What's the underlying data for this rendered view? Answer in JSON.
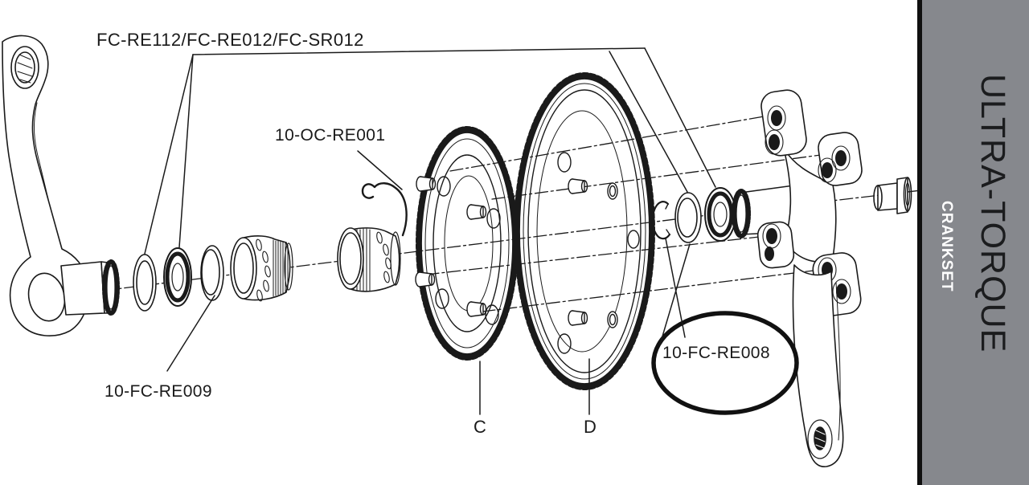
{
  "diagram": {
    "type": "exploded-parts-diagram",
    "subject": "bicycle crankset",
    "labels": {
      "bearing_group": "FC-RE112/FC-RE012/FC-SR012",
      "safety_clip": "10-OC-RE001",
      "wave_washer_left": "10-FC-RE009",
      "highlighted_circlip": "10-FC-RE008",
      "chainring_inner_letter": "C",
      "chainring_outer_letter": "D"
    },
    "highlight": {
      "shape": "ellipse",
      "around": "10-FC-RE008",
      "color": "#111111"
    },
    "line_color": "#1a1a1a",
    "background": "#ffffff",
    "parts": [
      "left-crank-arm",
      "spindle-half-axle",
      "washer",
      "bearing",
      "wave-washer",
      "bearing-cup-left",
      "retaining-spring-clip",
      "bearing-cup-right",
      "chainring-inner-C",
      "chainring-outer-D",
      "chainring-bolts",
      "circlip",
      "wave-washer-right",
      "bearing-right",
      "splined-half-axle",
      "right-crank-spider",
      "right-crank-arm",
      "crank-fixing-bolt"
    ]
  },
  "sidebar": {
    "title": "ULTRA-TORQUE",
    "subtitle": "CRANKSET",
    "background": "#86888d",
    "divider_color": "#101010",
    "title_color": "#1b1c1e",
    "subtitle_color": "#ffffff"
  }
}
